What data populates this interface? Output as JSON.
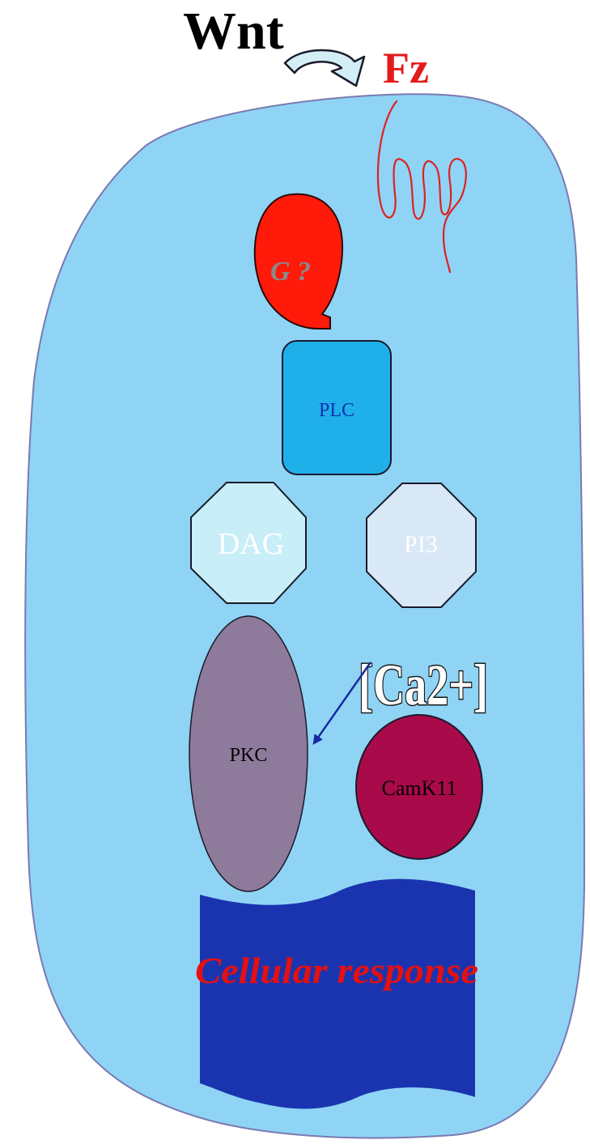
{
  "labels": {
    "wnt": "Wnt",
    "fz": "Fz",
    "g_protein": "G ?",
    "plc": "PLC",
    "dag": "DAG",
    "pi3": "PI3",
    "calcium": "[Ca2+]",
    "pkc": "PKC",
    "camk": "CamK11",
    "response": "Cellular response"
  },
  "colors": {
    "cell_fill": "#8fd4f5",
    "cell_stroke": "#7a7ab0",
    "wnt_text": "#000000",
    "fz_text": "#e41b1b",
    "fz_receptor": "#e02020",
    "arrow_fill": "#d4eef8",
    "g_fill": "#ff1a0a",
    "g_text": "#8a8a8a",
    "plc_fill": "#1fb0ea",
    "plc_text": "#1030b0",
    "dag_fill": "#c8eef8",
    "pi3_fill": "#d8e8f6",
    "octagon_text": "#ffffff",
    "pkc_fill": "#8e7a9a",
    "camk_fill": "#a80a4a",
    "response_fill": "#1a34b0",
    "response_text": "#e61010",
    "calcium_arrow": "#1a2aa0"
  },
  "icons": {
    "binding_arrow": "curved-arrow-icon",
    "receptor": "receptor-coil-icon"
  }
}
